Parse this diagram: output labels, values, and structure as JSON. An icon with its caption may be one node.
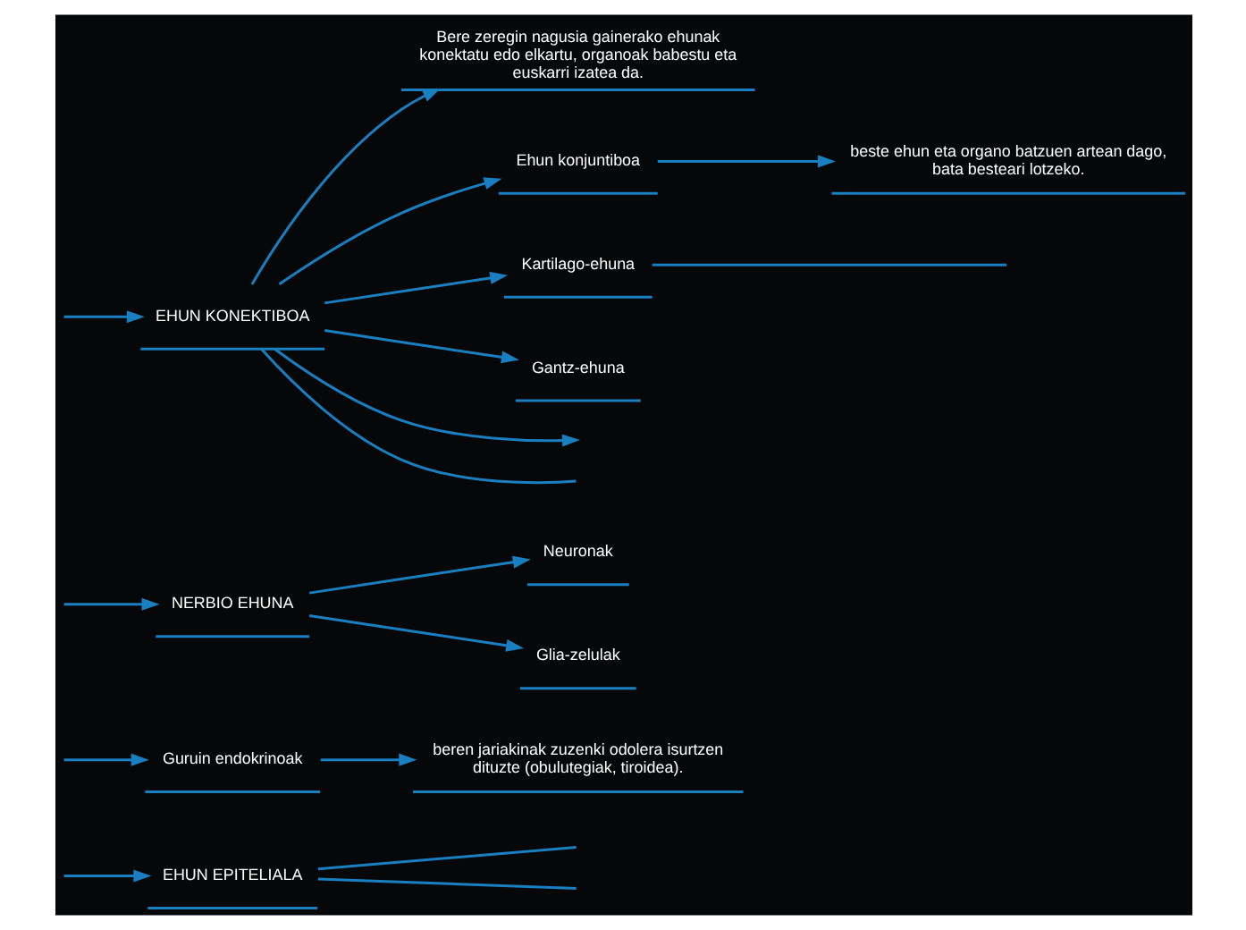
{
  "diagram": {
    "nodes": [
      {
        "text": [
          "EHUN EPITELIALA"
        ]
      },
      {
        "text": [
          "Guruin endokrinoak"
        ]
      },
      {
        "text": [
          "beren jariakinak zuzenki odolera isurtzen dituzte (obulutegiak, tiroidea)."
        ]
      },
      {
        "text": [
          "NERBIO EHUNA"
        ]
      },
      {
        "text": [
          "Neuronak"
        ]
      },
      {
        "text": [
          "Glia-zelulak"
        ]
      },
      {
        "text": [
          "Bere zeregin nagusia gainerako ehunak konektatu edo elkartu, organoak babestu eta euskarri izatea da."
        ]
      },
      {
        "text": [
          "EHUN KONEKTIBOA"
        ]
      },
      {
        "text": [
          "Ehun konjuntiboa"
        ]
      },
      {
        "text": [
          "beste ehun eta organo batzuen artean dago, bata besteari lotzeko."
        ]
      },
      {
        "text": [
          "Kartilago-ehuna"
        ]
      },
      {
        "text": [
          "Gantz-ehuna"
        ]
      }
    ],
    "edges": [
      {
        "from": 0,
        "to": null,
        "arrow": "none"
      },
      {
        "from": 0,
        "to": null,
        "arrow": "none"
      },
      {
        "from": null,
        "to": 0,
        "arrow": "to"
      },
      {
        "from": null,
        "to": 1,
        "arrow": "to"
      },
      {
        "from": 1,
        "to": 2,
        "arrow": "to"
      },
      {
        "from": null,
        "to": 3,
        "arrow": "to"
      },
      {
        "from": 3,
        "to": 4,
        "arrow": "to"
      },
      {
        "from": 3,
        "to": 5,
        "arrow": "to"
      },
      {
        "from": 7,
        "to": null,
        "arrow": "none"
      },
      {
        "from": 7,
        "to": null,
        "arrow": "to"
      },
      {
        "from": null,
        "to": 7,
        "arrow": "to"
      },
      {
        "from": 7,
        "to": 6,
        "arrow": "to"
      },
      {
        "from": 7,
        "to": 8,
        "arrow": "to"
      },
      {
        "from": 8,
        "to": 9,
        "arrow": "to"
      },
      {
        "from": 7,
        "to": 10,
        "arrow": "to"
      },
      {
        "from": 7,
        "to": 11,
        "arrow": "to"
      },
      {
        "from": 10,
        "to": null,
        "arrow": "none"
      }
    ]
  }
}
